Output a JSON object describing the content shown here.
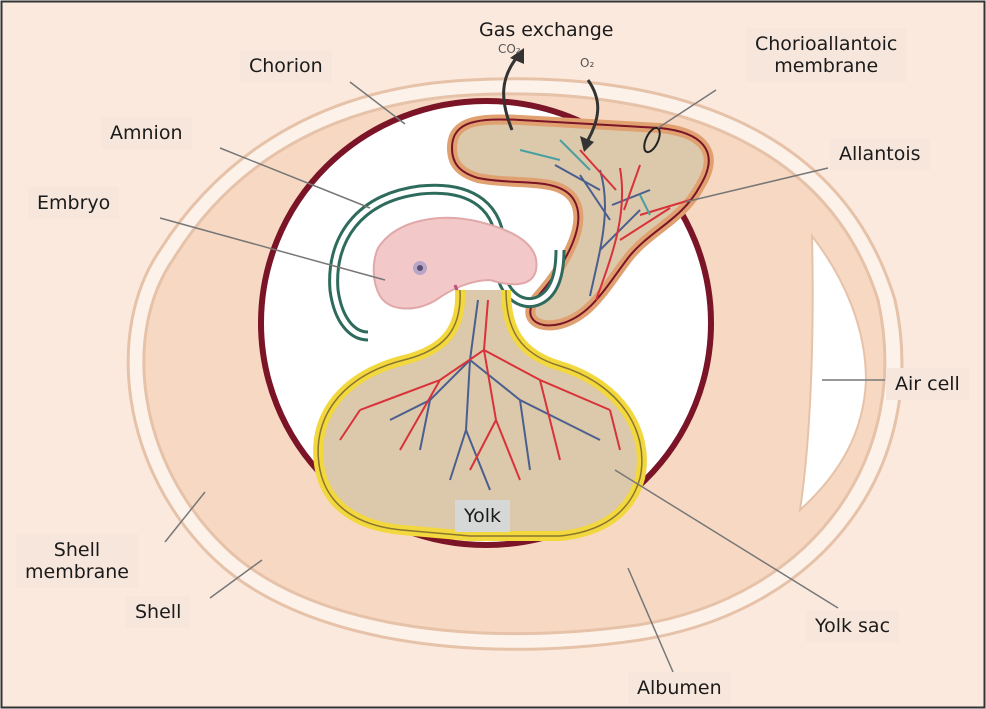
{
  "labels": {
    "gas_exchange": "Gas exchange",
    "co2": "CO₂",
    "o2": "O₂",
    "chorion": "Chorion",
    "chorioallantoic_line1": "Chorioallantoic",
    "chorioallantoic_line2": "membrane",
    "amnion": "Amnion",
    "allantois": "Allantois",
    "embryo": "Embryo",
    "air_cell": "Air cell",
    "yolk": "Yolk",
    "shell_membrane_line1": "Shell",
    "shell_membrane_line2": "membrane",
    "shell": "Shell",
    "yolk_sac": "Yolk sac",
    "albumen": "Albumen"
  },
  "colors": {
    "background": "#fbe9dd",
    "albumen": "#f6d9c2",
    "shell_line": "#e8c4ad",
    "chorion": "#7a1426",
    "amnion": "#2e6b5c",
    "yolk_sac_wall": "#f2d83c",
    "yolk_fill": "#dcc8aa",
    "artery": "#d8323a",
    "vein": "#4a5f8f"
  }
}
